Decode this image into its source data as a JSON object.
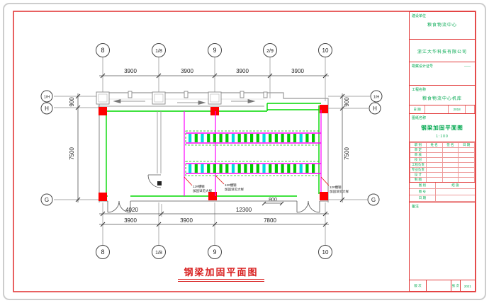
{
  "colors": {
    "frame_red": "#e23a3a",
    "wall_green": "#00d800",
    "beam_magenta": "#ff00ff",
    "column_red": "#ff0000",
    "rack_green": "#00c800",
    "rack_cyan": "#00dcdc",
    "titleblock_green": "#00a84f",
    "caption_red": "#d81e1e"
  },
  "plan": {
    "caption": "钢梁加固平面图",
    "grid_top": [
      "8",
      "1/8",
      "9",
      "2/9",
      "10"
    ],
    "grid_bottom": [
      "8",
      "1/8",
      "9",
      "10"
    ],
    "grid_left": [
      "1/H",
      "H",
      "G"
    ],
    "grid_right": [
      "1/H",
      "H",
      "G"
    ],
    "dims_top": [
      "3900",
      "3900",
      "3900",
      "3900"
    ],
    "dims_left": [
      "900",
      "7500"
    ],
    "dims_right": [
      "900",
      "7500"
    ],
    "dims_bottom_row1": [
      "4020",
      "12300"
    ],
    "dims_bottom_row2": [
      "3900",
      "3900",
      "7800"
    ],
    "dim_door": "800",
    "beam_labels": [
      {
        "line1": "12#槽钢",
        "line2": "加固详见大样"
      },
      {
        "line1": "12#槽钢",
        "line2": "加固详见大样"
      },
      {
        "line1": "12#槽钢",
        "line2": "加固详见大样"
      }
    ],
    "rack_cyan_indices": [
      0,
      2,
      7,
      12,
      18
    ],
    "rack_bar_count": 21
  },
  "title_block": {
    "owner_label": "建设单位",
    "owner": "粮食物流中心",
    "company": "浙江大华科技有限公司",
    "cert_label": "勘察设计证号",
    "cert_value": "——",
    "project_label": "工程名称",
    "project": "粮食物流中心机库",
    "minirow": [
      "日 期",
      "",
      "2018",
      ""
    ],
    "name_label": "图纸名称",
    "drawing_name": "钢梁加固平面图",
    "scale": "1:100",
    "table": {
      "header": [
        "职 别",
        "姓 名",
        "签 名",
        "日 期"
      ],
      "rows": [
        "审 定",
        "审 核",
        "校 对",
        "工程负责",
        "专业负责",
        "设 计",
        "制 图",
        "描 图"
      ]
    },
    "footer_rows": [
      [
        "图 别",
        "结 施"
      ],
      [
        "图 号",
        ""
      ],
      [
        "日 期",
        ""
      ]
    ],
    "note_label": "备注",
    "strip": [
      "版 次",
      "",
      "张 次",
      "2021"
    ]
  }
}
